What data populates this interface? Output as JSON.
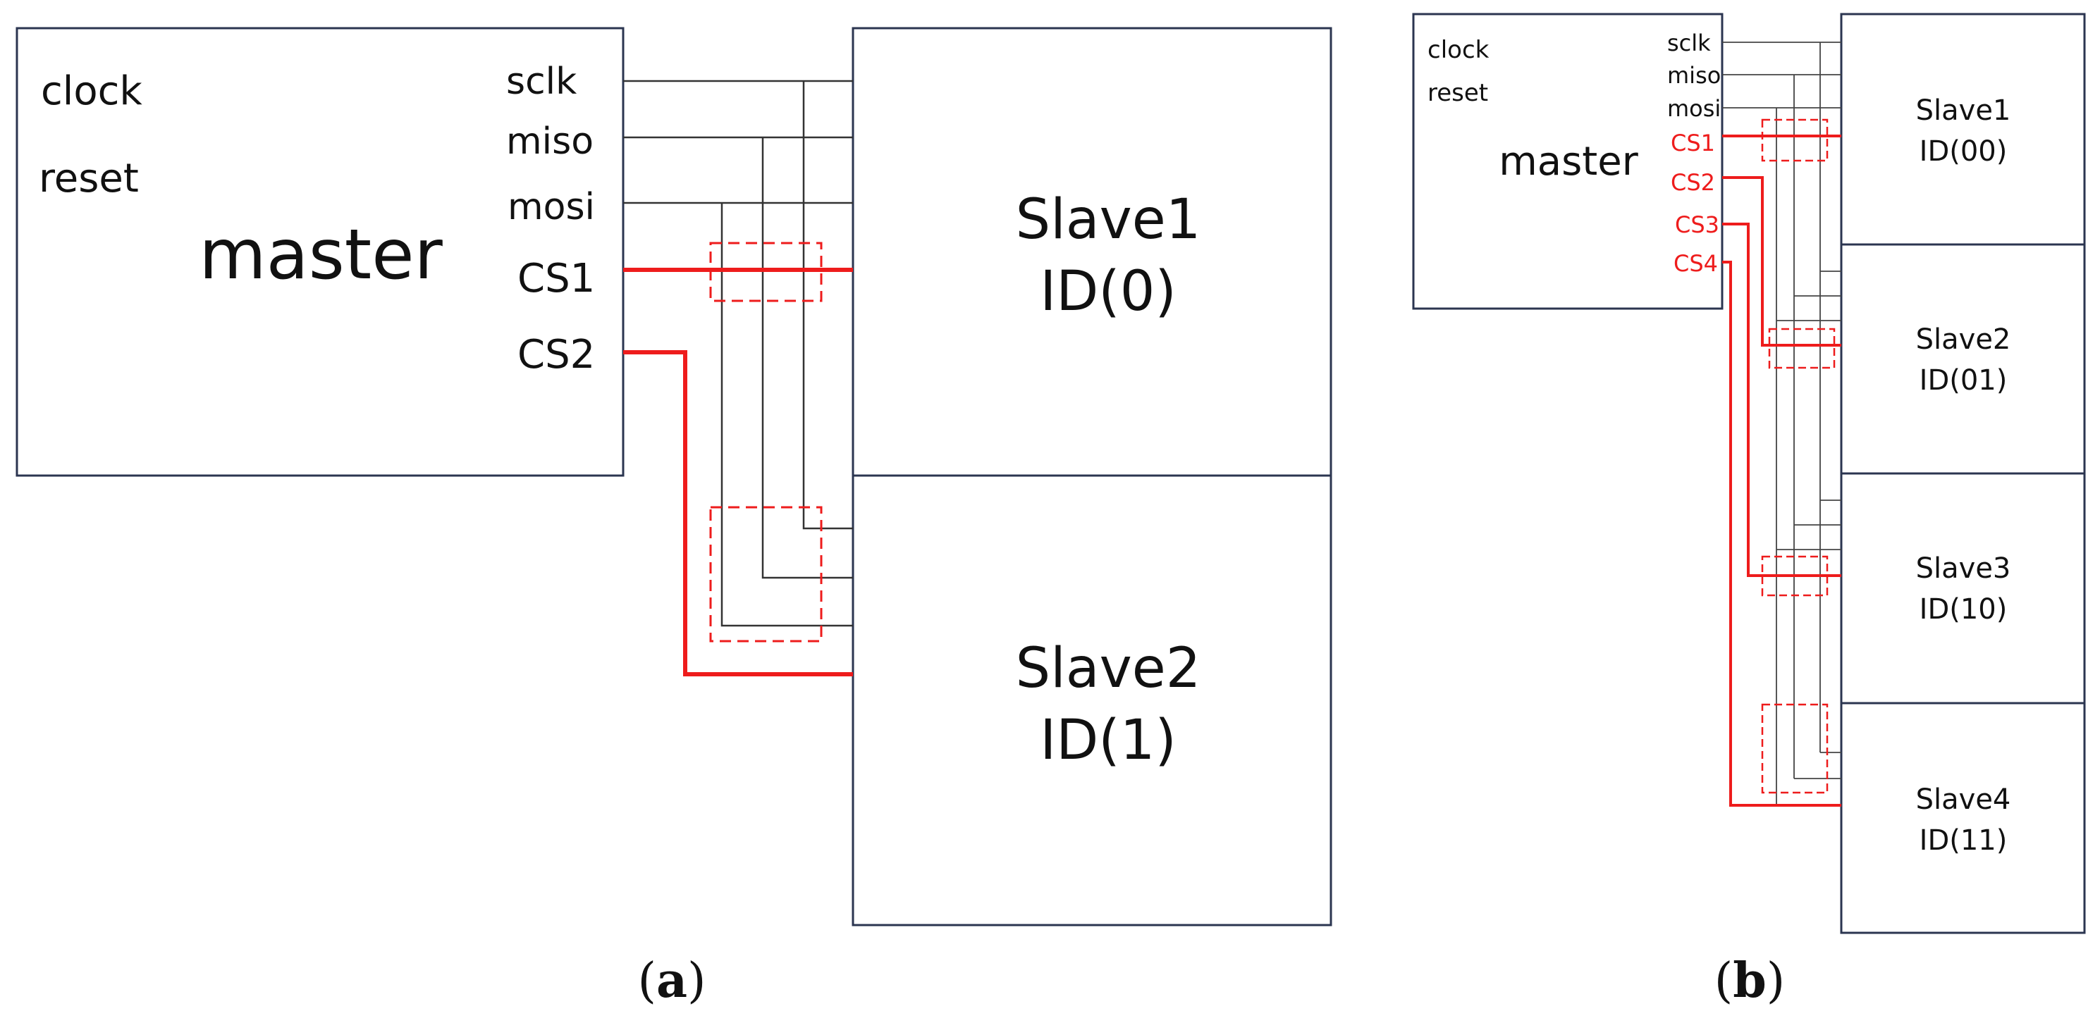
{
  "colors": {
    "box_border": "#2b3550",
    "wire": "#333333",
    "cs_wire": "#ee1c1c",
    "cs_text": "#ee1c1c",
    "text": "#111111"
  },
  "panel_a": {
    "master": {
      "title": "master",
      "clock_label": "clock",
      "reset_label": "reset",
      "ports": [
        "sclk",
        "miso",
        "mosi",
        "CS1",
        "CS2"
      ]
    },
    "slaves": [
      {
        "name": "Slave1",
        "id": "ID(0)"
      },
      {
        "name": "Slave2",
        "id": "ID(1)"
      }
    ],
    "caption": {
      "prefix": "(",
      "letter": "a",
      "suffix": ")"
    }
  },
  "panel_b": {
    "master": {
      "title": "master",
      "clock_label": "clock",
      "reset_label": "reset",
      "ports": [
        "sclk",
        "miso",
        "mosi",
        "CS1",
        "CS2",
        "CS3",
        "CS4"
      ]
    },
    "slaves": [
      {
        "name": "Slave1",
        "id": "ID(00)"
      },
      {
        "name": "Slave2",
        "id": "ID(01)"
      },
      {
        "name": "Slave3",
        "id": "ID(10)"
      },
      {
        "name": "Slave4",
        "id": "ID(11)"
      }
    ],
    "caption": {
      "prefix": "(",
      "letter": "b",
      "suffix": ")"
    }
  }
}
